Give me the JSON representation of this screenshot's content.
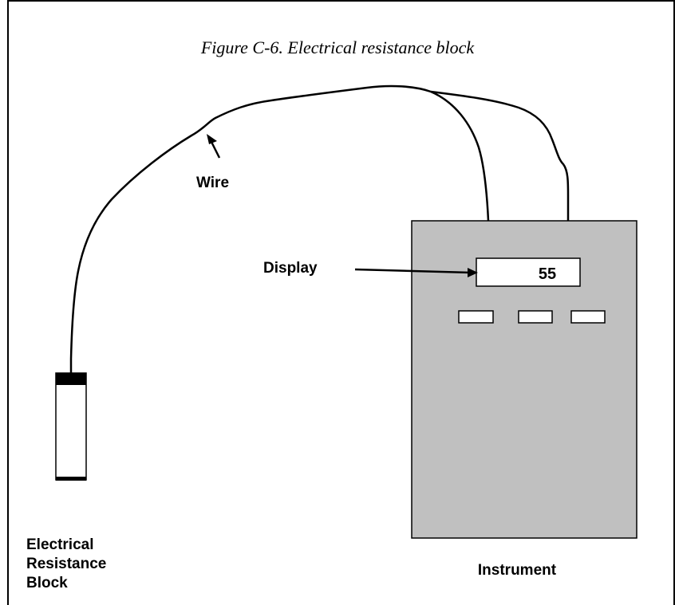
{
  "figure": {
    "title": "Figure C-6. Electrical resistance block"
  },
  "labels": {
    "wire": "Wire",
    "display": "Display",
    "block_line1": "Electrical",
    "block_line2": "Resistance",
    "block_line3": "Block",
    "instrument": "Instrument"
  },
  "display": {
    "value": "55"
  },
  "colors": {
    "instrument_body": "#c0c0c0",
    "block_cap": "#000000",
    "stroke": "#000000",
    "background": "#ffffff"
  }
}
